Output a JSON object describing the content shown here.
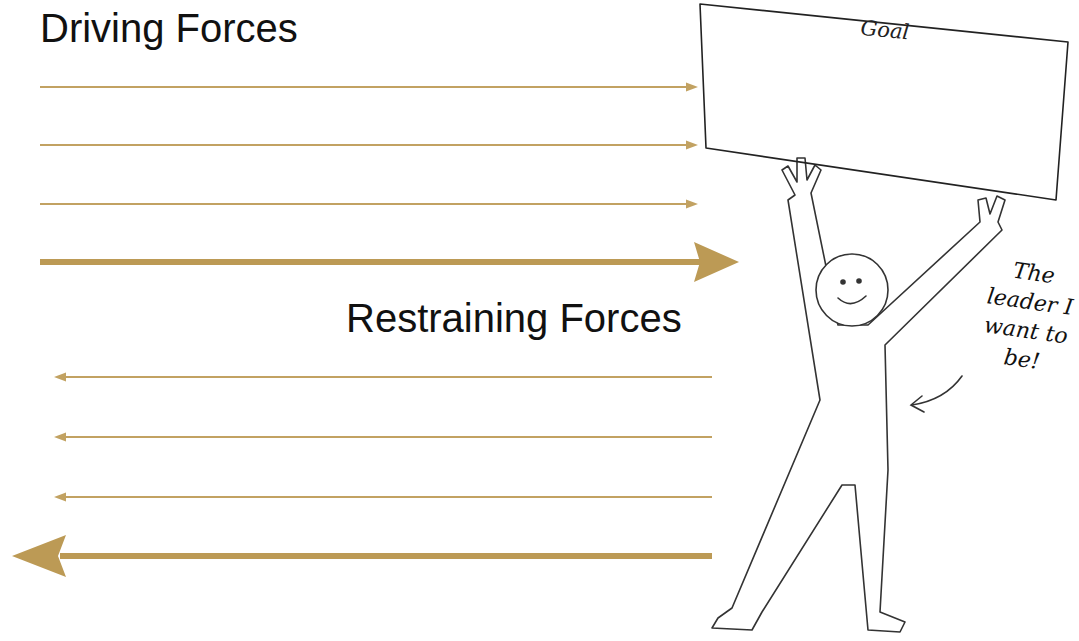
{
  "diagram": {
    "nodes": [
      {
        "text": [
          "Goal"
        ]
      }
    ],
    "labels": [
      "Driving Forces",
      "Restraining Forces",
      "The leader I want to be!"
    ]
  }
}
